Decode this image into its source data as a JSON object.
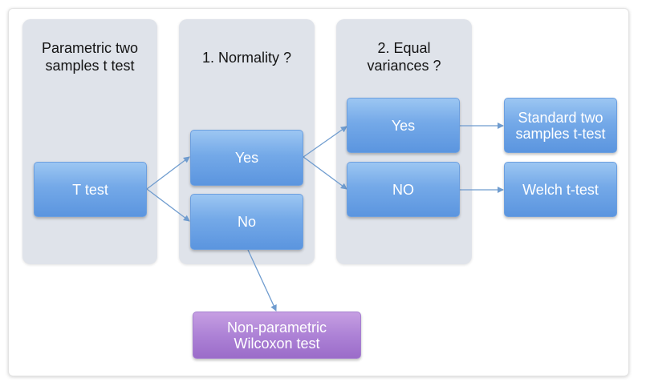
{
  "columns": {
    "parametric": "Parametric two\nsamples t test",
    "normality": "1. Normality ?",
    "equal_var": "2. Equal\nvariances ?"
  },
  "nodes": {
    "t_test": "T test",
    "normality_yes": "Yes",
    "normality_no": "No",
    "variance_yes": "Yes",
    "variance_no": "NO",
    "standard_t": "Standard two\nsamples t-test",
    "welch": "Welch t-test",
    "wilcoxon": "Non-parametric\nWilcoxon test"
  },
  "colors": {
    "column_bg": "#dfe3ea",
    "node_blue": "#74a9e8",
    "node_purple": "#ad82d6",
    "arrow": "#6f9ccf"
  }
}
